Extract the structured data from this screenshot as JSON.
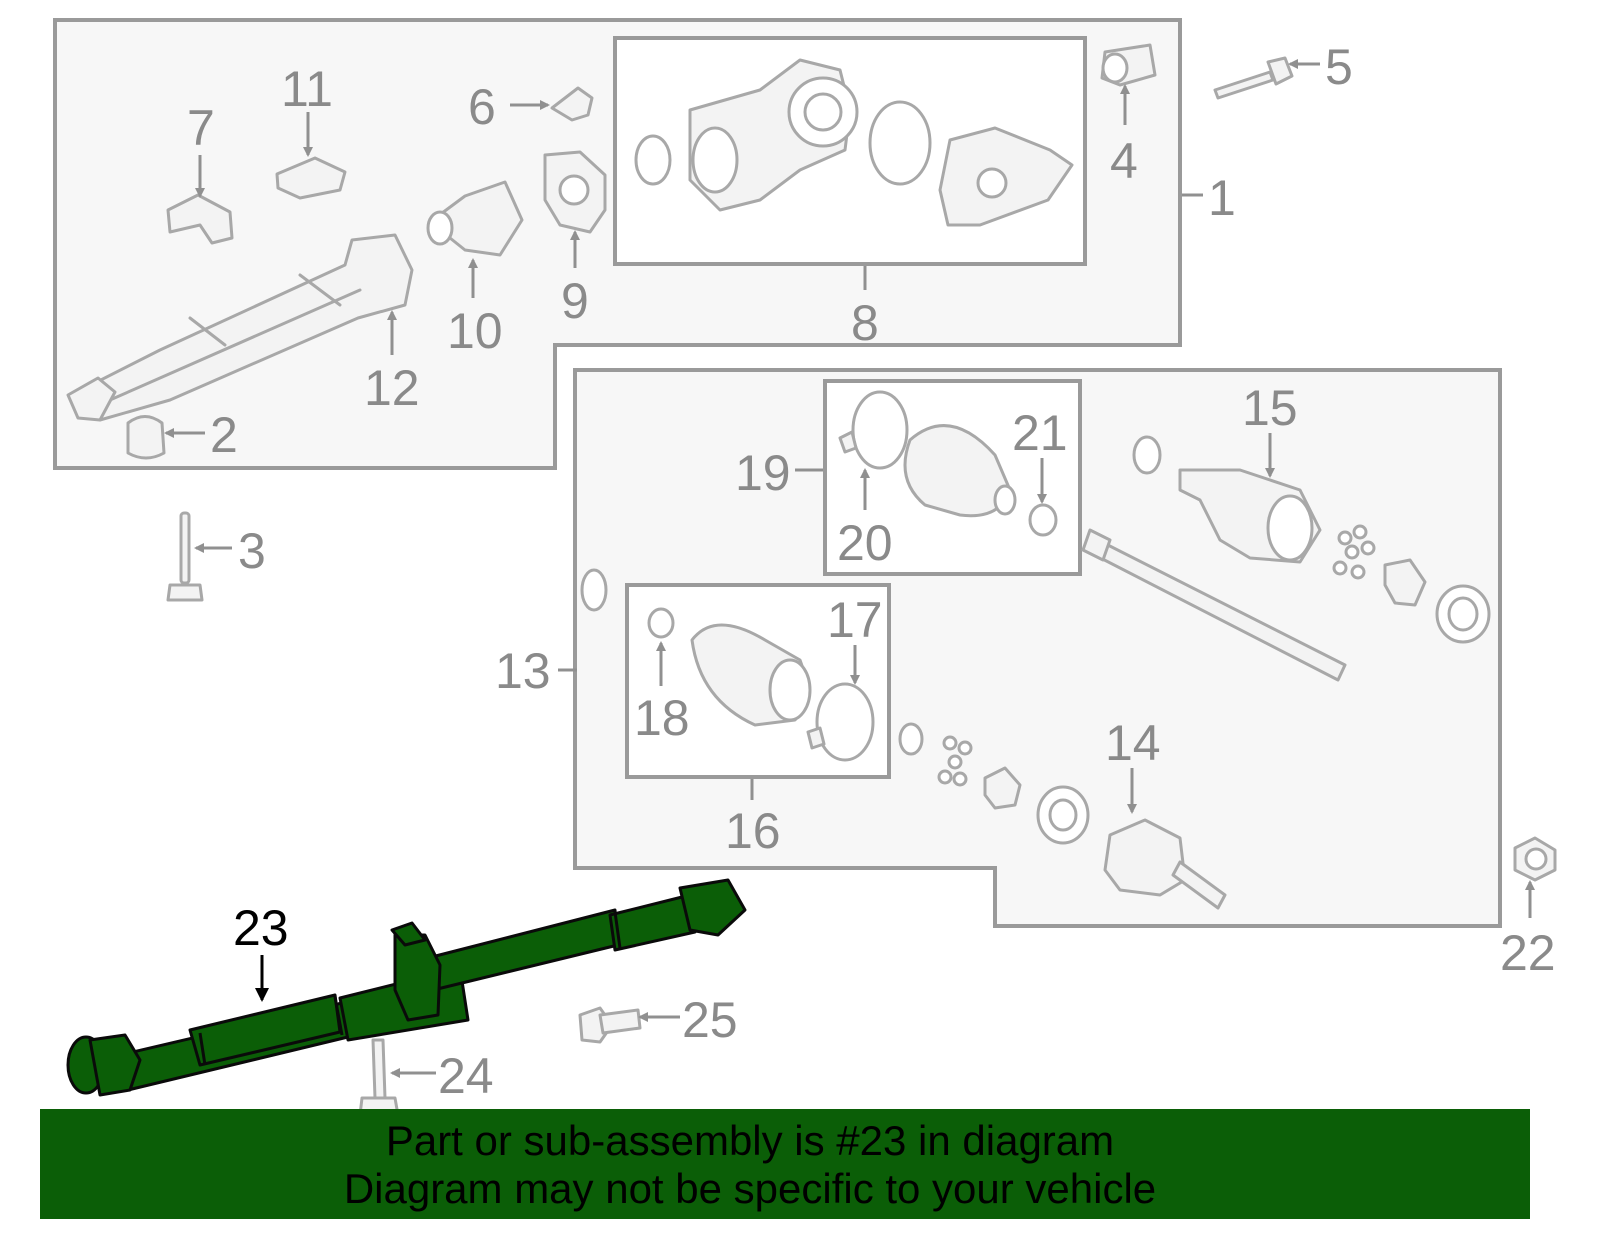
{
  "callouts": {
    "c1": "1",
    "c2": "2",
    "c3": "3",
    "c4": "4",
    "c5": "5",
    "c6": "6",
    "c7": "7",
    "c8": "8",
    "c9": "9",
    "c10": "10",
    "c11": "11",
    "c12": "12",
    "c13": "13",
    "c14": "14",
    "c15": "15",
    "c16": "16",
    "c17": "17",
    "c18": "18",
    "c19": "19",
    "c20": "20",
    "c21": "21",
    "c22": "22",
    "c23": "23",
    "c24": "24",
    "c25": "25"
  },
  "highlight": {
    "part_number": "23",
    "color": "#0b5e07"
  },
  "banner": {
    "line1": "Part or sub-assembly is #23 in diagram",
    "line2": "Diagram may not be specific to your vehicle"
  }
}
